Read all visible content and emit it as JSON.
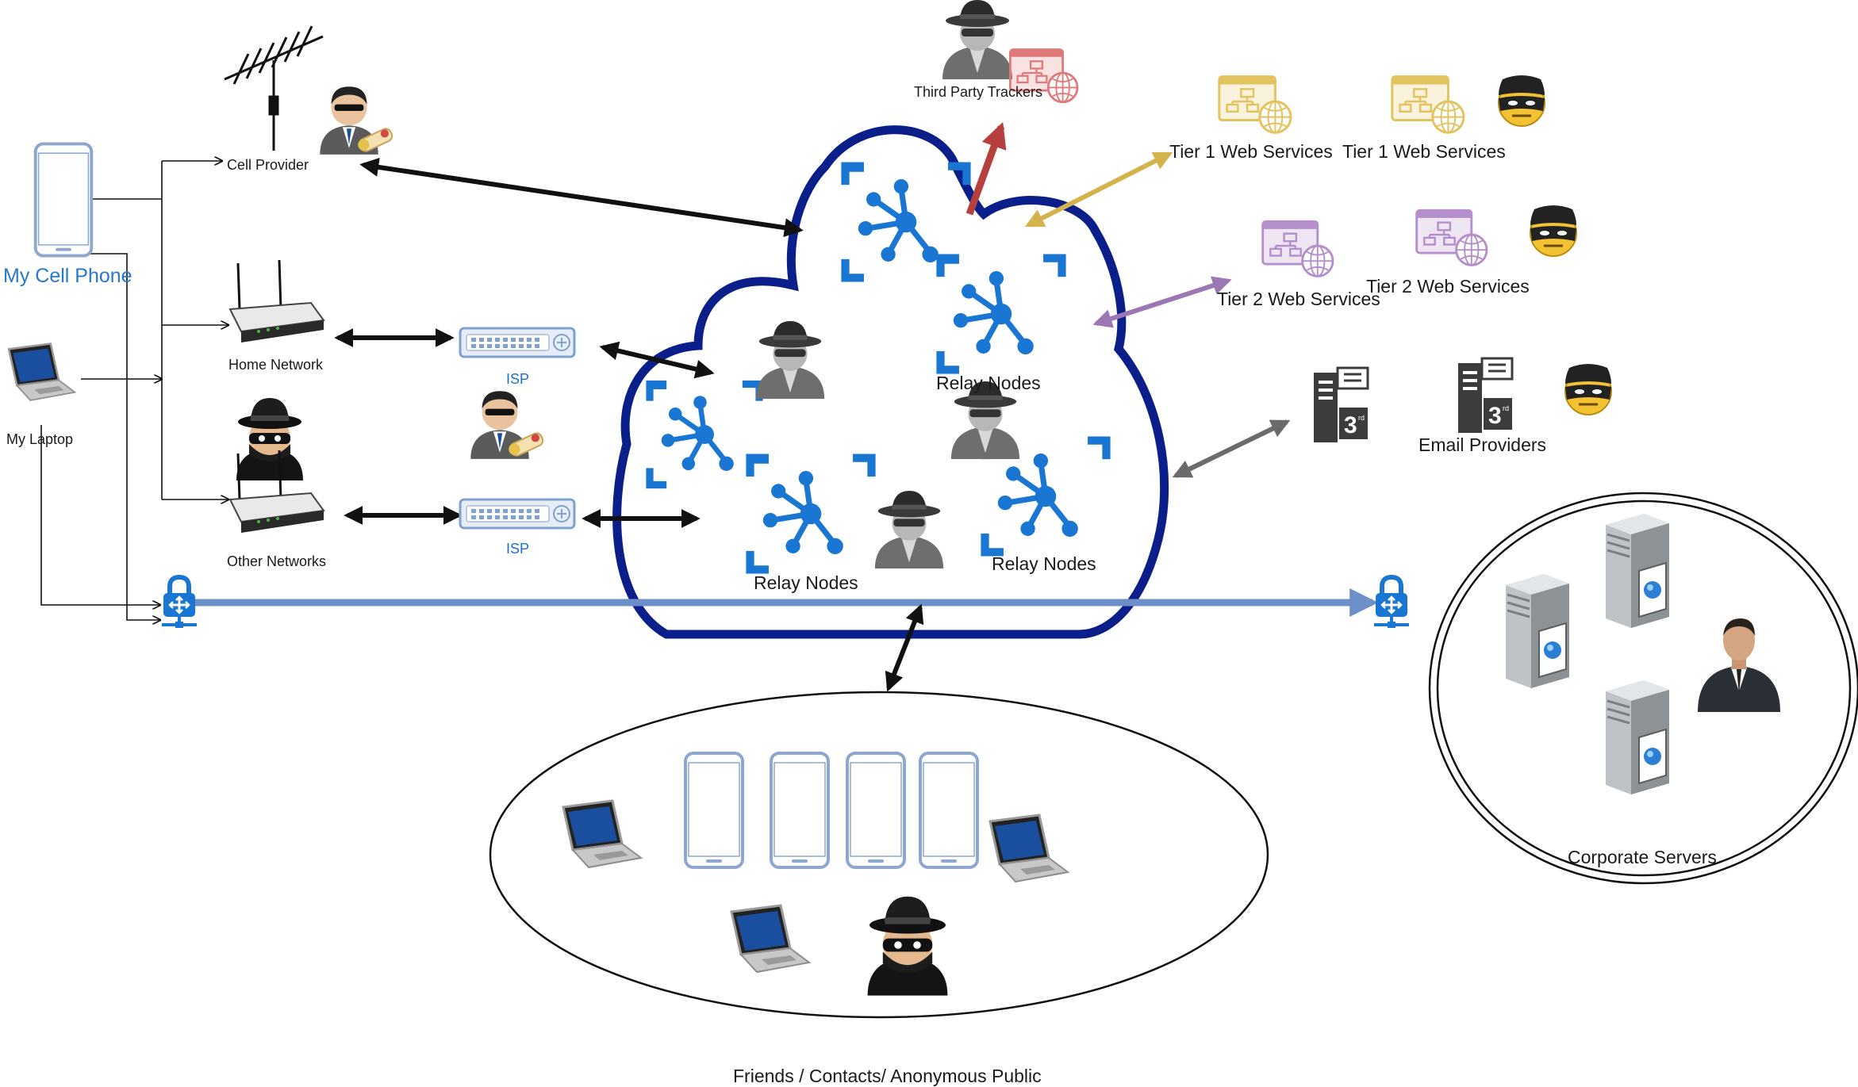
{
  "labels": {
    "my_cell_phone": "My Cell Phone",
    "my_laptop": "My Laptop",
    "cell_provider": "Cell Provider",
    "home_network": "Home Network",
    "other_networks": "Other Networks",
    "isp_1": "ISP",
    "isp_2": "ISP",
    "third_party_trackers": "Third Party Trackers",
    "tier1_a": "Tier 1 Web Services",
    "tier1_b": "Tier 1 Web Services",
    "tier2_a": "Tier 2 Web Services",
    "tier2_b": "Tier 2 Web Services",
    "email_providers": "Email Providers",
    "relay_1": "Relay Nodes",
    "relay_2": "Relay Nodes",
    "relay_3": "Relay Nodes",
    "corporate_servers": "Corporate Servers",
    "friends": "Friends / Contacts/ Anonymous Public"
  },
  "colors": {
    "cloud_stroke": "#0b1f8a",
    "relay_icon": "#1976d2",
    "tracker_arrow": "#b5403e",
    "tier1_arrow": "#d4b24c",
    "tier2_arrow": "#9b77b4",
    "email_arrow": "#6b6b6b",
    "vpn_line": "#6d8fc8",
    "tier1_icon": "#e8cf7a",
    "tier2_icon": "#c9a9d9",
    "tracker_icon": "#e07a7a"
  },
  "icons": {
    "cell_phone": "mobile-phone-icon",
    "laptop": "laptop-icon",
    "antenna": "antenna-icon",
    "router": "wifi-router-icon",
    "isp": "switch-icon",
    "vpn": "vpn-lock-icon",
    "spy": "spy-icon",
    "hacker": "hacker-icon",
    "official": "official-certificate-icon",
    "relay": "network-node-icon",
    "web_service": "web-sitemap-icon",
    "email_server": "email-server-icon",
    "burglar": "burglar-mask-icon",
    "server": "server-tower-icon",
    "businessman": "businessman-icon"
  }
}
